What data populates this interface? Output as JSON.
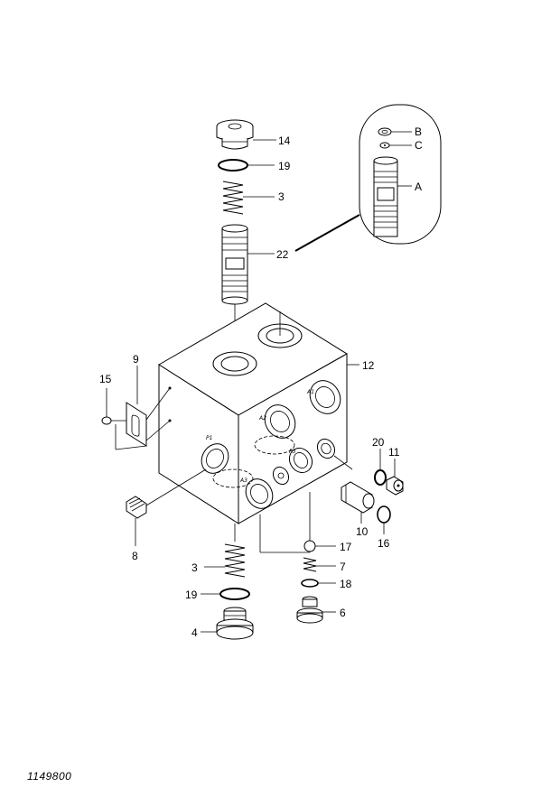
{
  "drawing_number": "1149800",
  "parts": [
    {
      "id": "14",
      "label": "14"
    },
    {
      "id": "19a",
      "label": "19"
    },
    {
      "id": "3a",
      "label": "3"
    },
    {
      "id": "22",
      "label": "22"
    },
    {
      "id": "12",
      "label": "12"
    },
    {
      "id": "9",
      "label": "9"
    },
    {
      "id": "15",
      "label": "15"
    },
    {
      "id": "20",
      "label": "20"
    },
    {
      "id": "11",
      "label": "11"
    },
    {
      "id": "10",
      "label": "10"
    },
    {
      "id": "16",
      "label": "16"
    },
    {
      "id": "8",
      "label": "8"
    },
    {
      "id": "17",
      "label": "17"
    },
    {
      "id": "7",
      "label": "7"
    },
    {
      "id": "18",
      "label": "18"
    },
    {
      "id": "3b",
      "label": "3"
    },
    {
      "id": "19b",
      "label": "19"
    },
    {
      "id": "6",
      "label": "6"
    },
    {
      "id": "4",
      "label": "4"
    }
  ],
  "detail": {
    "labels": [
      "A",
      "B",
      "C"
    ]
  },
  "port_marks": [
    "P1",
    "A2",
    "A1",
    "P3",
    "A3"
  ]
}
